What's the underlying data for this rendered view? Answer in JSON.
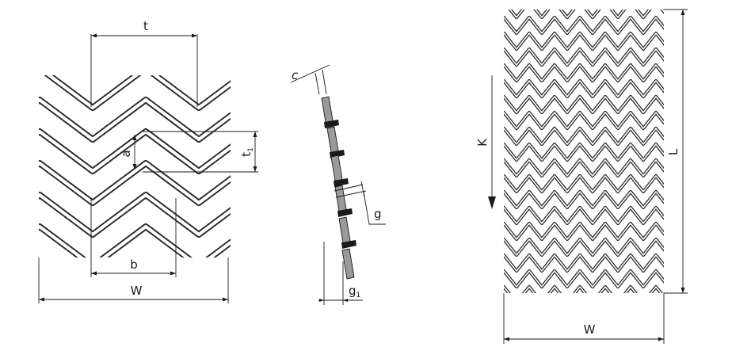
{
  "labels": {
    "t": "t",
    "a": "a",
    "t1_main": "t",
    "t1_sub": "1",
    "b": "b",
    "w_left": "W",
    "c": "c",
    "g": "g",
    "g1_main": "g",
    "g1_sub": "1",
    "k": "K",
    "l": "L",
    "w_right": "W"
  },
  "colors": {
    "strand_outer": "#2b2b2b",
    "strand_inner": "#ffffff",
    "section_fill": "#9a9a9a",
    "bond_fill": "#1a1a1a",
    "line": "#1a1a1a"
  }
}
